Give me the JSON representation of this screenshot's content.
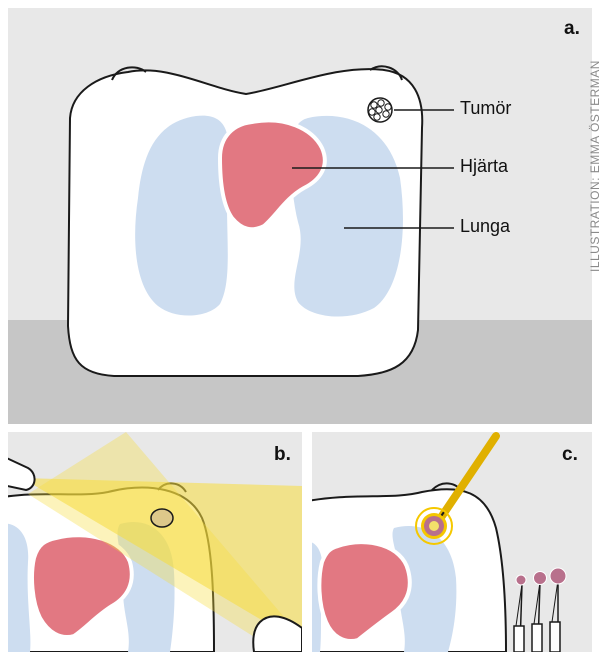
{
  "panels": {
    "a": {
      "letter": "a.",
      "labels": {
        "tumor": "Tumör",
        "heart": "Hjärta",
        "lung": "Lunga"
      }
    },
    "b": {
      "letter": "b."
    },
    "c": {
      "letter": "c."
    }
  },
  "credit": "ILLUSTRATION: EMMA ÖSTERMAN",
  "colors": {
    "background": "#e8e8e8",
    "floor": "#c6c6c6",
    "lung": "#cdddf0",
    "heart": "#e27882",
    "beam": "#f7dc3c",
    "probe": "#f5c800",
    "tumor_glow": "#b8708c"
  }
}
